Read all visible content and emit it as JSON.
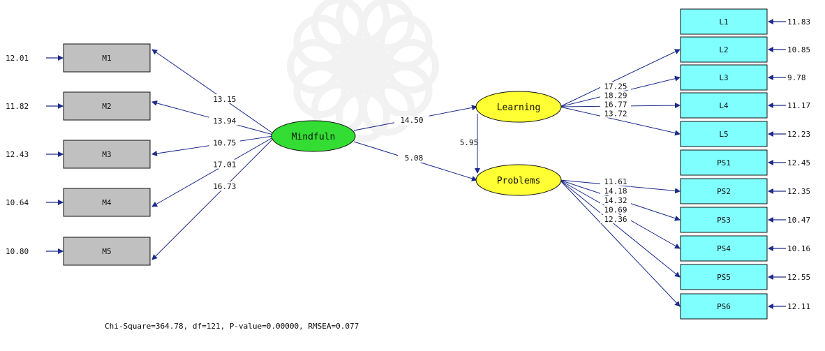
{
  "colors": {
    "observed_left_fill": "#c0c0c0",
    "observed_right_fill": "#80ffff",
    "mindfulness_fill": "#33dd33",
    "outcome_fill": "#ffff33",
    "edge": "#1c2a8a",
    "watermark": "#e8e8e8"
  },
  "latent": {
    "mindfulness": "Mindfuln",
    "learning": "Learning",
    "problems": "Problems"
  },
  "left_indicators": [
    {
      "name": "M1",
      "error": "12.01",
      "loading": "13.15"
    },
    {
      "name": "M2",
      "error": "11.82",
      "loading": "13.94"
    },
    {
      "name": "M3",
      "error": "12.43",
      "loading": "10.75"
    },
    {
      "name": "M4",
      "error": "10.64",
      "loading": "17.01"
    },
    {
      "name": "M5",
      "error": "10.80",
      "loading": "16.73"
    }
  ],
  "learning_indicators": [
    {
      "name": "L1",
      "error": "11.83",
      "loading": ""
    },
    {
      "name": "L2",
      "error": "10.85",
      "loading": "17.25"
    },
    {
      "name": "L3",
      "error": "9.78",
      "loading": "18.29"
    },
    {
      "name": "L4",
      "error": "11.17",
      "loading": "16.77"
    },
    {
      "name": "L5",
      "error": "12.23",
      "loading": "13.72"
    }
  ],
  "problem_indicators": [
    {
      "name": "PS1",
      "error": "12.45",
      "loading": ""
    },
    {
      "name": "PS2",
      "error": "12.35",
      "loading": "11.61"
    },
    {
      "name": "PS3",
      "error": "10.47",
      "loading": "14.18"
    },
    {
      "name": "PS4",
      "error": "10.16",
      "loading": "14.32"
    },
    {
      "name": "PS5",
      "error": "12.55",
      "loading": "10.69"
    },
    {
      "name": "PS6",
      "error": "12.11",
      "loading": "12.36"
    }
  ],
  "structural": {
    "mind_to_learning": "14.50",
    "mind_to_problems": "5.08",
    "learning_to_problems": "5.95"
  },
  "fit_statistics": "Chi-Square=364.78, df=121, P-value=0.00000, RMSEA=0.077"
}
